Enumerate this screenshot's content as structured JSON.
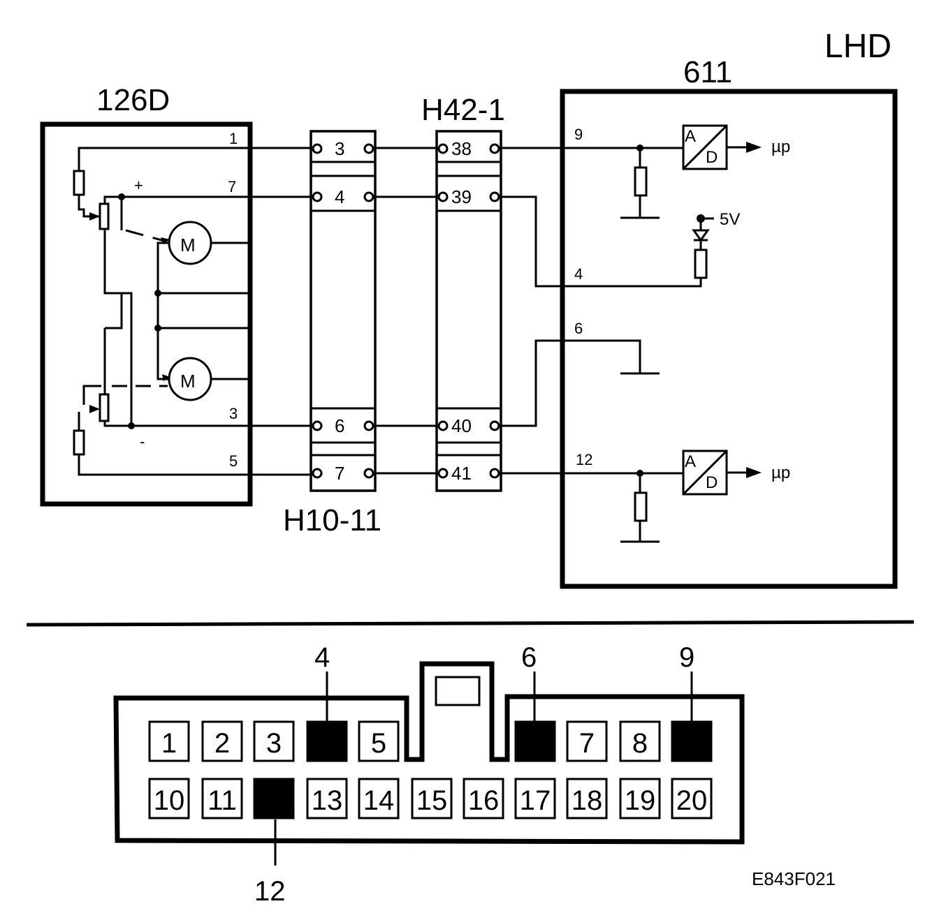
{
  "header": {
    "drive": "LHD"
  },
  "sensor": {
    "name": "126D",
    "pins": [
      "1",
      "7",
      "3",
      "5"
    ],
    "plus": "+",
    "minus": "-",
    "motor1": "M",
    "motor2": "M"
  },
  "connector_h10": {
    "name": "H10-11",
    "terminals": [
      "3",
      "4",
      "6",
      "7"
    ]
  },
  "connector_h42": {
    "name": "H42-1",
    "terminals": [
      "38",
      "39",
      "40",
      "41"
    ]
  },
  "ecu": {
    "name": "611",
    "pins": [
      "9",
      "4",
      "6",
      "12"
    ],
    "adc_top": {
      "a": "A",
      "d": "D",
      "out": "µp"
    },
    "adc_bottom": {
      "a": "A",
      "d": "D",
      "out": "µp"
    },
    "supply": "5V"
  },
  "connector_face": {
    "row1": [
      "1",
      "2",
      "3",
      "",
      "5",
      "",
      "7",
      "8",
      ""
    ],
    "row2": [
      "10",
      "11",
      "",
      "13",
      "14",
      "15",
      "16",
      "17",
      "18",
      "19",
      "20"
    ],
    "row1_filled": [
      false,
      false,
      false,
      true,
      false,
      true,
      false,
      false,
      true
    ],
    "row2_filled": [
      false,
      false,
      true,
      false,
      false,
      false,
      false,
      false,
      false,
      false,
      false
    ],
    "callouts": [
      "4",
      "6",
      "9",
      "12"
    ]
  },
  "figure_code": "E843F021"
}
